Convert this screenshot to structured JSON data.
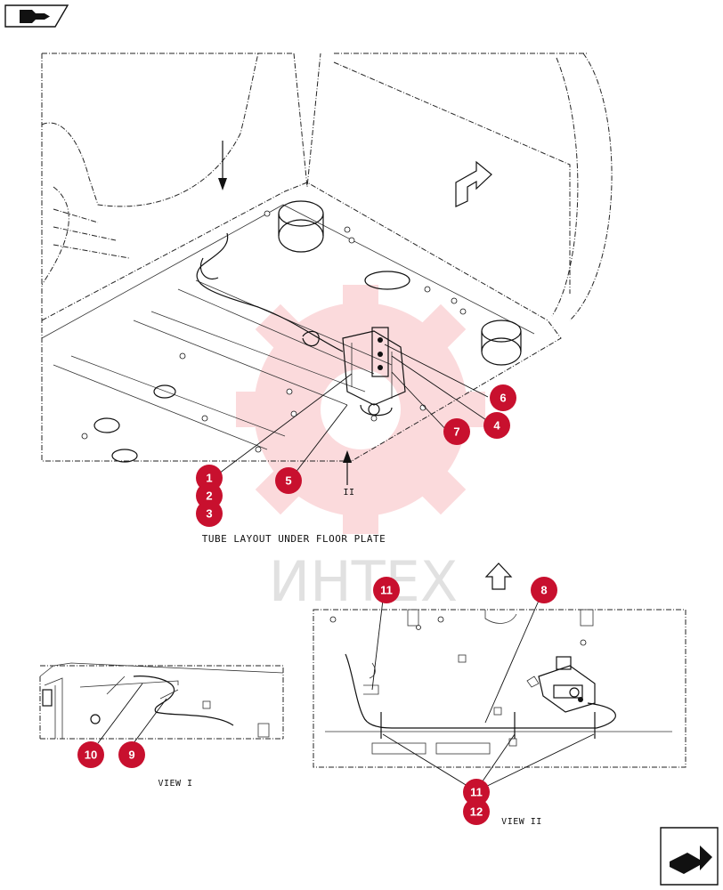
{
  "main_view": {
    "caption": "TUBE LAYOUT UNDER FLOOR PLATE",
    "view_marker": "II"
  },
  "view_1": {
    "caption": "VIEW I"
  },
  "view_2": {
    "caption": "VIEW II"
  },
  "watermark": {
    "text": "ИНТЕХ",
    "color": "#e8232f"
  },
  "callout_color": "#c8102e",
  "callouts": [
    "1",
    "2",
    "3",
    "4",
    "5",
    "6",
    "7",
    "8",
    "9",
    "10",
    "11",
    "11",
    "12"
  ],
  "icons": {
    "prev": "previous-page-icon",
    "next": "next-page-icon"
  }
}
